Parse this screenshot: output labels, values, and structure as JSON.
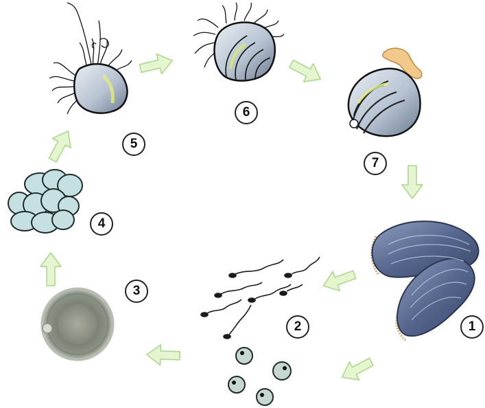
{
  "diagram": {
    "stages": [
      {
        "id": "1",
        "label": "1",
        "icon": "adult-mussels-icon"
      },
      {
        "id": "2",
        "label": "2",
        "icon": "sperm-and-eggs-icon"
      },
      {
        "id": "3",
        "label": "3",
        "icon": "fertilized-egg-icon"
      },
      {
        "id": "4",
        "label": "4",
        "icon": "cell-cluster-icon"
      },
      {
        "id": "5",
        "label": "5",
        "icon": "trochophore-larva-icon"
      },
      {
        "id": "6",
        "label": "6",
        "icon": "veliger-larva-icon"
      },
      {
        "id": "7",
        "label": "7",
        "icon": "juvenile-mussel-icon"
      }
    ],
    "arrow_color": "#e4f5cf",
    "arrow_stroke": "#a9d68a",
    "shell_color": "#5b6d93",
    "label_border_color": "#222222"
  }
}
